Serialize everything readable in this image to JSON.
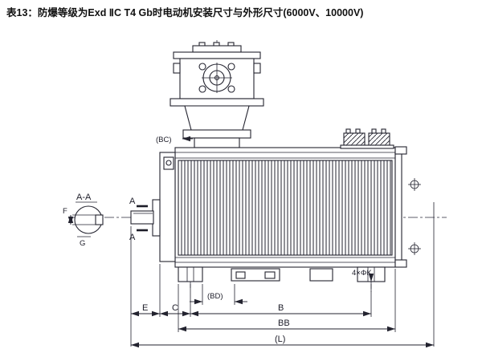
{
  "header": {
    "title": "表13：防爆等级为Exd ⅡC T4 Gb时电动机安装尺寸与外形尺寸(6000V、10000V)"
  },
  "drawing": {
    "section": {
      "label": "A-A",
      "cut_mark_top": "A",
      "cut_mark_bottom": "A",
      "dim_f": "F",
      "dim_g": "G"
    },
    "dimensions": {
      "bc": "(BC)",
      "bd": "(BD)",
      "e": "E",
      "c": "C",
      "b": "B",
      "bb": "BB",
      "l": "(L)",
      "foot_holes": "4×ΦK"
    }
  }
}
